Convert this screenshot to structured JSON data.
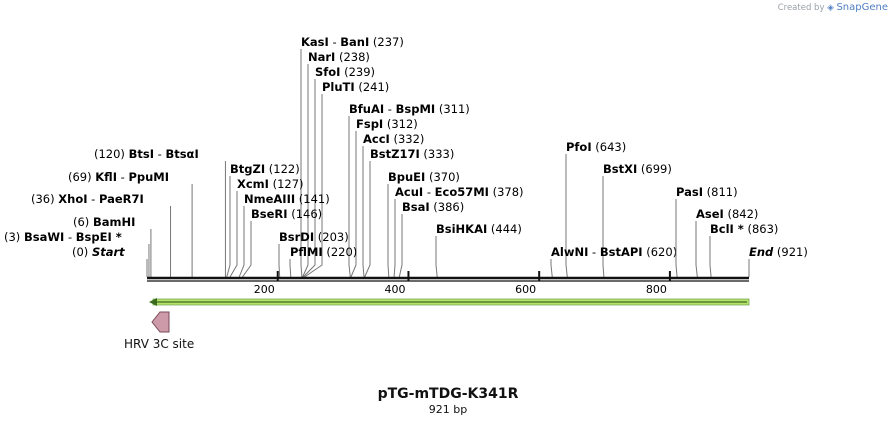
{
  "credit": {
    "created_by": "Created by",
    "brand": "SnapGene"
  },
  "map": {
    "name": "pTG-mTDG-K341R",
    "length_label": "921 bp",
    "length": 921,
    "ticks": [
      200,
      400,
      600,
      800
    ],
    "feature": {
      "name": "HRV 3C site",
      "strand": "reverse"
    },
    "orf": {
      "start": 1,
      "end": 921,
      "strand": "reverse",
      "color": "#b6e36b"
    },
    "sites": [
      {
        "name": "KasI",
        "name2": "BanI",
        "pos": "(237)",
        "bp": 237
      },
      {
        "name": "NarI",
        "pos": "(238)",
        "bp": 238
      },
      {
        "name": "SfoI",
        "pos": "(239)",
        "bp": 239
      },
      {
        "name": "PluTI",
        "pos": "(241)",
        "bp": 241
      },
      {
        "name": "BfuAI",
        "name2": "BspMI",
        "pos": "(311)",
        "bp": 311
      },
      {
        "name": "FspI",
        "pos": "(312)",
        "bp": 312
      },
      {
        "name": "AccI",
        "pos": "(332)",
        "bp": 332
      },
      {
        "name": "BstZ17I",
        "pos": "(333)",
        "bp": 333
      },
      {
        "name": "BtsI",
        "name2": "BtsαI",
        "pos": "(120)",
        "bp": 120
      },
      {
        "name": "KflI",
        "name2": "PpuMI",
        "pos": "(69)",
        "bp": 69
      },
      {
        "name": "XhoI",
        "name2": "PaeR7I",
        "pos": "(36)",
        "bp": 36
      },
      {
        "name": "BamHI",
        "pos": "(6)",
        "bp": 6
      },
      {
        "name": "BsaWI",
        "name2": "BspEI *",
        "pos": "(3)",
        "bp": 3
      },
      {
        "name": "Start",
        "pos": "(0)",
        "bp": 0,
        "italic": true
      },
      {
        "name": "BtgZI",
        "pos": "(122)",
        "bp": 122
      },
      {
        "name": "XcmI",
        "pos": "(127)",
        "bp": 127
      },
      {
        "name": "NmeAIII",
        "pos": "(141)",
        "bp": 141
      },
      {
        "name": "BseRI",
        "pos": "(146)",
        "bp": 146
      },
      {
        "name": "BsrDI",
        "pos": "(203)",
        "bp": 203
      },
      {
        "name": "PflMI",
        "pos": "(220)",
        "bp": 220
      },
      {
        "name": "BpuEI",
        "pos": "(370)",
        "bp": 370
      },
      {
        "name": "AcuI",
        "name2": "Eco57MI",
        "pos": "(378)",
        "bp": 378
      },
      {
        "name": "BsaI",
        "pos": "(386)",
        "bp": 386
      },
      {
        "name": "BsiHKAI",
        "pos": "(444)",
        "bp": 444
      },
      {
        "name": "PfoI",
        "pos": "(643)",
        "bp": 643
      },
      {
        "name": "BstXI",
        "pos": "(699)",
        "bp": 699
      },
      {
        "name": "AlwNI",
        "name2": "BstAPI",
        "pos": "(620)",
        "bp": 620
      },
      {
        "name": "PasI",
        "pos": "(811)",
        "bp": 811
      },
      {
        "name": "AseI",
        "pos": "(842)",
        "bp": 842
      },
      {
        "name": "BclI *",
        "pos": "(863)",
        "bp": 863
      },
      {
        "name": "End",
        "pos": "(921)",
        "bp": 921,
        "italic": true
      }
    ]
  }
}
